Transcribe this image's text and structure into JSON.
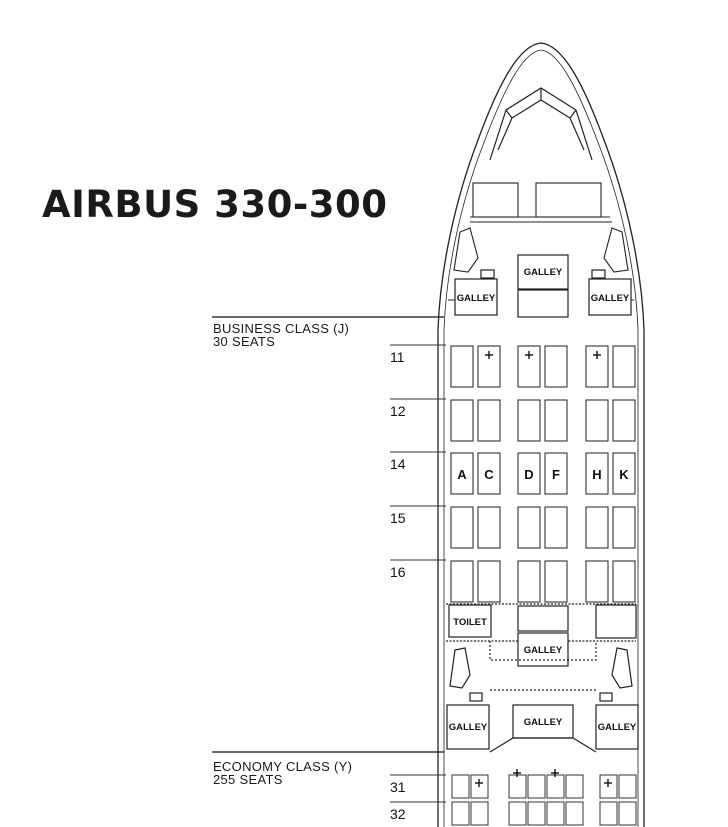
{
  "title": "AIRBUS 330-300",
  "cabins": {
    "business": {
      "line1": "BUSINESS CLASS (J)",
      "line2": "30 SEATS"
    },
    "economy": {
      "line1": "ECONOMY CLASS (Y)",
      "line2": "255 SEATS"
    }
  },
  "business_rows": [
    "11",
    "12",
    "14",
    "15",
    "16"
  ],
  "economy_rows": [
    "31",
    "32"
  ],
  "seat_letters": [
    "A",
    "C",
    "D",
    "F",
    "H",
    "K"
  ],
  "facilities": {
    "galley": "GALLEY",
    "toilet": "TOILET"
  },
  "icons": {
    "bassinet": "plus-icon"
  }
}
